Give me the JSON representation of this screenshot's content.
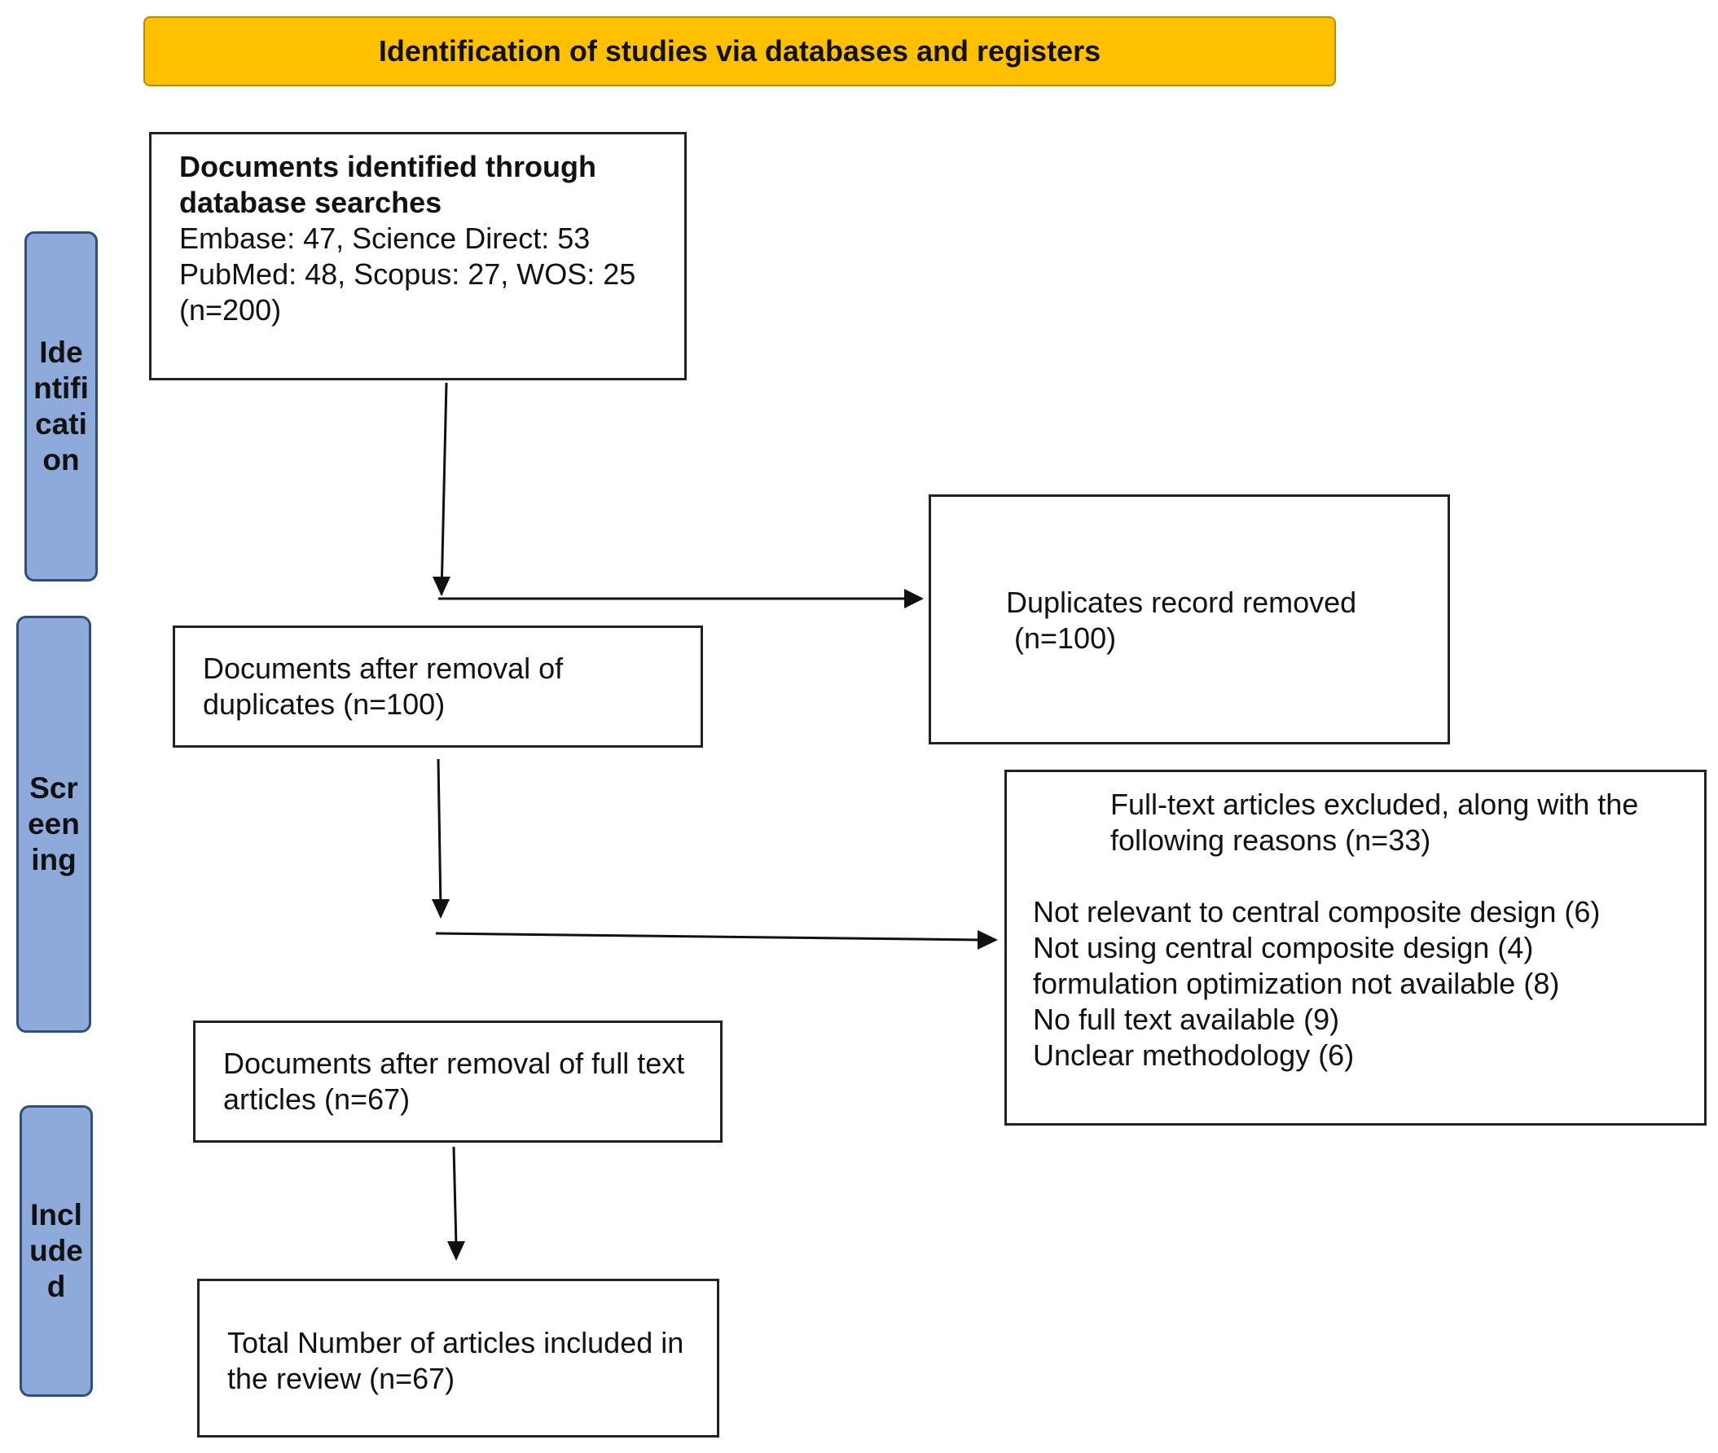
{
  "banner": {
    "title": "Identification of studies via databases and registers",
    "color": "#ffc000"
  },
  "phases": {
    "identification": "Identification",
    "screening": "Screening",
    "included": "Included",
    "color": "#8eaadb"
  },
  "boxes": {
    "identified": {
      "heading": "Documents identified through database searches",
      "sources_line1": "Embase: 47, Science Direct: 53",
      "sources_line2": "PubMed: 48, Scopus: 27, WOS: 25",
      "count": "(n=200)"
    },
    "duplicates_removed": {
      "text": "Duplicates record removed",
      "count": "(n=100)"
    },
    "after_duplicates": {
      "text": "Documents after removal of duplicates (n=100)"
    },
    "excluded": {
      "heading": "Full-text articles excluded, along with the following reasons (n=33)",
      "reasons": [
        "Not relevant to central composite design (6)",
        "Not using central composite design (4)",
        "formulation optimization not available (8)",
        "No full text available (9)",
        "Unclear methodology (6)"
      ]
    },
    "after_fulltext": {
      "text": "Documents after removal of full text articles (n=67)"
    },
    "included": {
      "text": "Total Number of articles included in the review (n=67)"
    }
  }
}
